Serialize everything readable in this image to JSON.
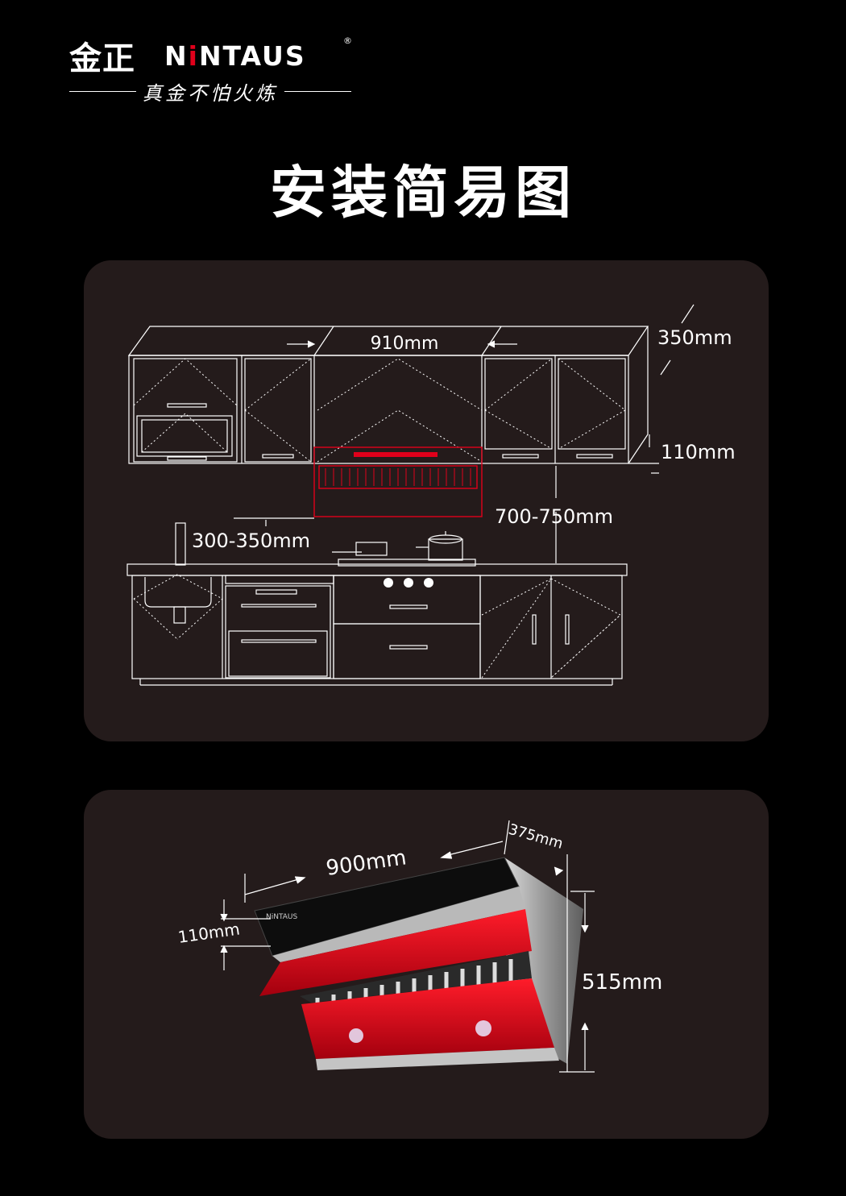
{
  "brand": {
    "name_cn": "金正",
    "name_en_pre": "N",
    "name_en_dot": "i",
    "name_en_post": "NTAUS",
    "registered": "®",
    "slogan": "真金不怕火炼"
  },
  "page_title": "安装简易图",
  "kitchen_diagram": {
    "cabinet_width": "910mm",
    "cabinet_depth": "350mm",
    "hood_height": "110mm",
    "install_height": "700-750mm",
    "offset": "300-350mm"
  },
  "hood_product": {
    "width": "900mm",
    "depth": "375mm",
    "front_height": "110mm",
    "total_height": "515mm",
    "panel_logo": "NiNTAUS"
  },
  "colors": {
    "background": "#000000",
    "panel": "#241b1b",
    "accent_red": "#e0001b",
    "line": "#ffffff"
  }
}
